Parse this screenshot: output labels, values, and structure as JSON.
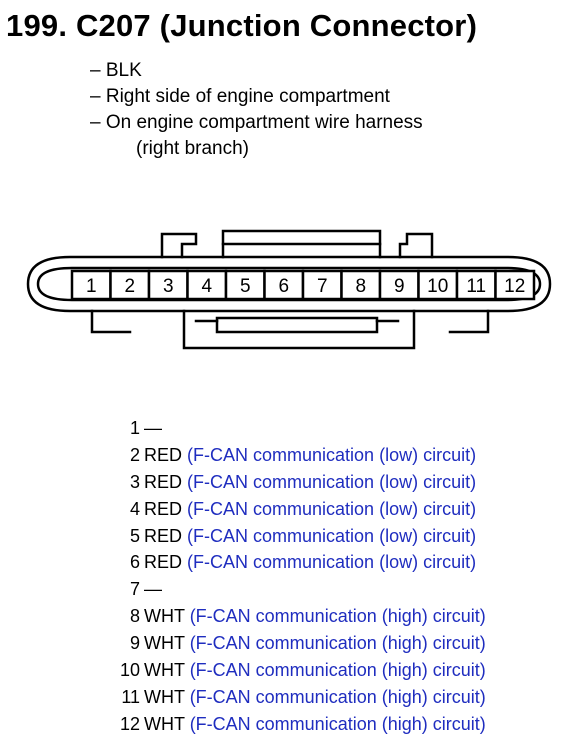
{
  "title": "199. C207 (Junction Connector)",
  "details": [
    "– BLK",
    "– Right side of engine compartment",
    "– On engine compartment wire harness",
    "(right branch)"
  ],
  "connector": {
    "cavities": [
      "1",
      "2",
      "3",
      "4",
      "5",
      "6",
      "7",
      "8",
      "9",
      "10",
      "11",
      "12"
    ]
  },
  "pins": [
    {
      "number": "1",
      "color": "—",
      "description": ""
    },
    {
      "number": "2",
      "color": "RED",
      "description": "(F-CAN communication (low) circuit)"
    },
    {
      "number": "3",
      "color": "RED",
      "description": "(F-CAN communication (low) circuit)"
    },
    {
      "number": "4",
      "color": "RED",
      "description": "(F-CAN communication (low) circuit)"
    },
    {
      "number": "5",
      "color": "RED",
      "description": "(F-CAN communication (low) circuit)"
    },
    {
      "number": "6",
      "color": "RED",
      "description": "(F-CAN communication (low) circuit)"
    },
    {
      "number": "7",
      "color": "—",
      "description": ""
    },
    {
      "number": "8",
      "color": "WHT",
      "description": "(F-CAN communication (high) circuit)"
    },
    {
      "number": "9",
      "color": "WHT",
      "description": "(F-CAN communication (high) circuit)"
    },
    {
      "number": "10",
      "color": "WHT",
      "description": "(F-CAN communication (high) circuit)"
    },
    {
      "number": "11",
      "color": "WHT",
      "description": "(F-CAN communication (high) circuit)"
    },
    {
      "number": "12",
      "color": "WHT",
      "description": "(F-CAN communication (high) circuit)"
    }
  ],
  "colors": {
    "description_text": "#1f2dbf",
    "lines": "#000000"
  }
}
